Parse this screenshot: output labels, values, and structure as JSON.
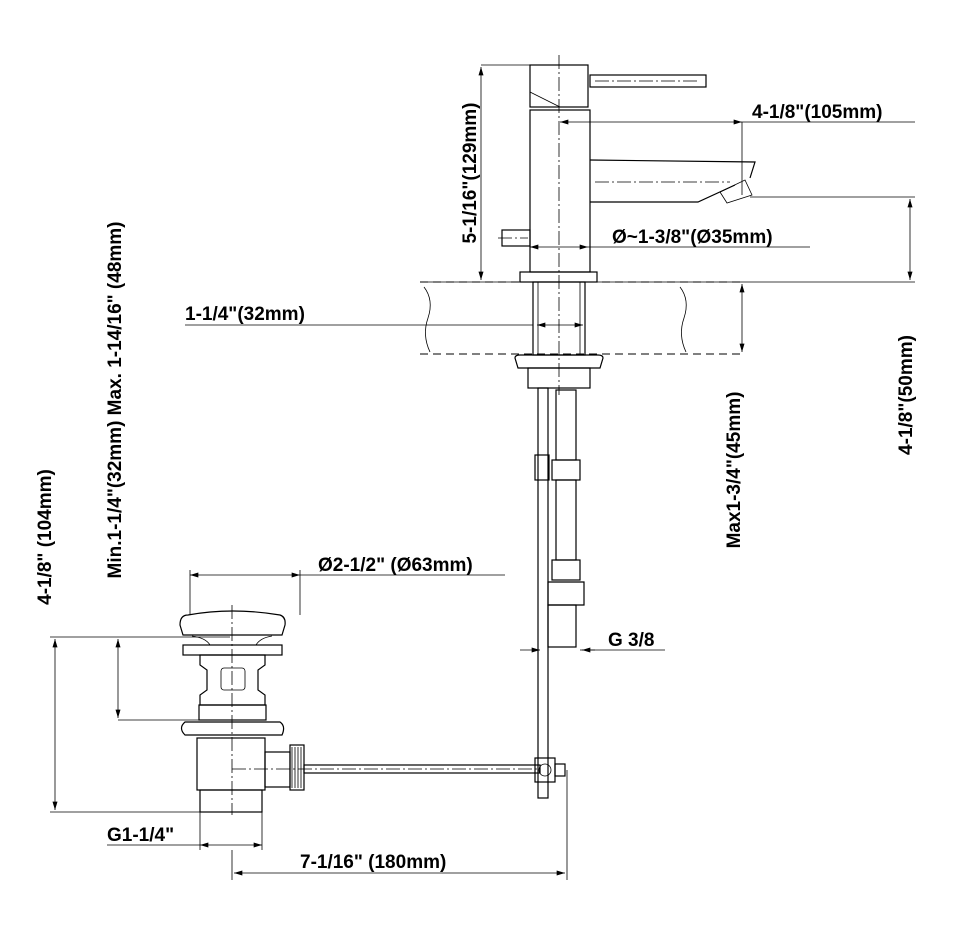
{
  "title": "Single-lever basin mixer with pop-up waste – dimension drawing",
  "dimensions": {
    "spout_reach": "4-1/8\"(105mm)",
    "faucet_height": "5-1/16\"(129mm)",
    "body_diameter": "Ø~1-3/8\"(Ø35mm)",
    "shank_diameter": "1-1/4\"(32mm)",
    "spout_height": "4-1/8\"(50mm)",
    "max_deck_thickness": "Max1-3/4\"(45mm)",
    "drain_cap_diameter": "Ø2-1/2\" (Ø63mm)",
    "supply_thread": "G 3/8",
    "drain_thread": "G1-1/4\"",
    "rod_length": "7-1/16\" (180mm)",
    "drain_height": "4-1/8\" (104mm)",
    "drain_deck_range": "Min.1-1/4\"(32mm) Max. 1-14/16\" (48mm)"
  }
}
